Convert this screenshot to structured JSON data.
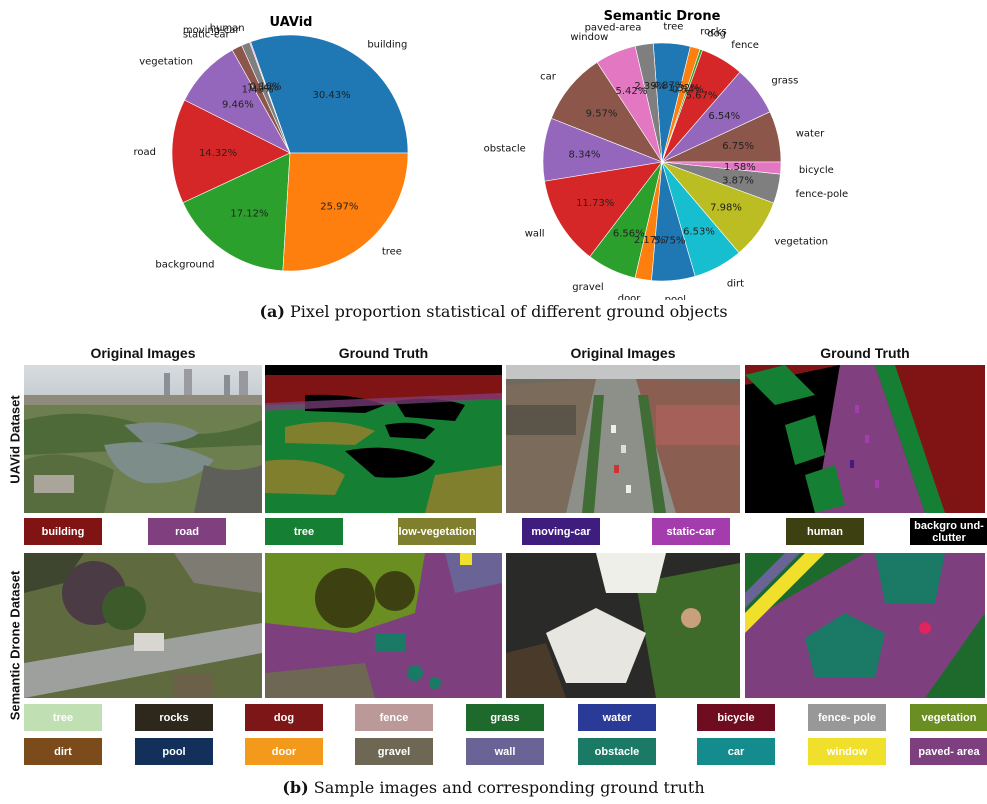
{
  "chart_data": [
    {
      "type": "pie",
      "title": "UAVid",
      "categories": [
        "building",
        "human",
        "moving-car",
        "static-car",
        "vegetation",
        "road",
        "background",
        "tree"
      ],
      "values": [
        30.43,
        0.16,
        1.14,
        1.43,
        9.46,
        14.32,
        17.12,
        25.97
      ],
      "value_labels": [
        "30.43%",
        "0.16%",
        "1.14%",
        "1.43%",
        "9.46%",
        "14.32%",
        "17.12%",
        "25.97%"
      ],
      "colors": [
        "#1f77b4",
        "#e377c2",
        "#7f7f7f",
        "#8c564b",
        "#9467bd",
        "#d62728",
        "#2ca02c",
        "#ff7f0e"
      ]
    },
    {
      "type": "pie",
      "title": "Semantic Drone",
      "categories": [
        "water",
        "grass",
        "fence",
        "dog",
        "rocks",
        "tree",
        "paved-area",
        "window",
        "car",
        "obstacle",
        "wall",
        "gravel",
        "door",
        "pool",
        "dirt",
        "vegetation",
        "fence-pole",
        "bicycle"
      ],
      "values": [
        6.75,
        6.54,
        5.67,
        0.34,
        1.32,
        4.87,
        2.39,
        5.42,
        9.57,
        8.34,
        11.73,
        6.56,
        2.17,
        5.75,
        6.53,
        7.98,
        3.87,
        1.58
      ],
      "value_labels": [
        "6.75%",
        "6.54%",
        "5.67%",
        "0.34%",
        "1.32%",
        "4.87%",
        "2.39%",
        "5.42%",
        "9.57%",
        "8.34%",
        "11.73%",
        "6.56%",
        "2.17%",
        "5.75%",
        "6.53%",
        "7.98%",
        "3.87%",
        "1.58%"
      ],
      "colors": [
        "#8c564b",
        "#9467bd",
        "#d62728",
        "#2ca02c",
        "#ff7f0e",
        "#1f77b4",
        "#7f7f7f",
        "#e377c2",
        "#8c564b",
        "#9467bd",
        "#d62728",
        "#2ca02c",
        "#ff7f0e",
        "#1f77b4",
        "#17becf",
        "#bcbd22",
        "#7f7f7f",
        "#e377c2"
      ]
    }
  ],
  "captions": {
    "a_tag": "(a)",
    "a_text": " Pixel proportion statistical of different ground objects",
    "b_tag": "(b)",
    "b_text": " Sample images and corresponding ground truth"
  },
  "column_headers": [
    "Original Images",
    "Ground Truth",
    "Original Images",
    "Ground Truth"
  ],
  "row_labels": [
    "UAVid Dataset",
    "Semantic Drone Dataset"
  ],
  "uavid_legend": [
    {
      "label": "building",
      "color": "#801414"
    },
    {
      "label": "road",
      "color": "#804080"
    },
    {
      "label": "tree",
      "color": "#157f33"
    },
    {
      "label": "low-vegetation",
      "color": "#7f7f2e"
    },
    {
      "label": "moving-car",
      "color": "#3f1d7f"
    },
    {
      "label": "static-car",
      "color": "#a43cae"
    },
    {
      "label": "human",
      "color": "#3d4112"
    },
    {
      "label": "backgro und-clutter",
      "color": "#000000"
    }
  ],
  "drone_legend_row1": [
    {
      "label": "tree",
      "color": "#c0dfb3",
      "text": "#ffffff"
    },
    {
      "label": "rocks",
      "color": "#2e281c",
      "text": "#ffffff"
    },
    {
      "label": "dog",
      "color": "#7d1616",
      "text": "#ffffff"
    },
    {
      "label": "fence",
      "color": "#bb9999",
      "text": "#ffffff"
    },
    {
      "label": "grass",
      "color": "#1e6a2c",
      "text": "#ffffff"
    },
    {
      "label": "water",
      "color": "#2a3a97",
      "text": "#ffffff"
    },
    {
      "label": "bicycle",
      "color": "#6e0d1f",
      "text": "#ffffff"
    },
    {
      "label": "fence- pole",
      "color": "#989898",
      "text": "#ffffff"
    },
    {
      "label": "vegetation",
      "color": "#6b8e23",
      "text": "#ffffff"
    }
  ],
  "drone_legend_row2": [
    {
      "label": "dirt",
      "color": "#7b4b1c",
      "text": "#ffffff"
    },
    {
      "label": "pool",
      "color": "#13305b",
      "text": "#ffffff"
    },
    {
      "label": "door",
      "color": "#f39a1d",
      "text": "#ffffff"
    },
    {
      "label": "gravel",
      "color": "#6d6753",
      "text": "#ffffff"
    },
    {
      "label": "wall",
      "color": "#6a6496",
      "text": "#ffffff"
    },
    {
      "label": "obstacle",
      "color": "#1a7a66",
      "text": "#ffffff"
    },
    {
      "label": "car",
      "color": "#148b8d",
      "text": "#ffffff"
    },
    {
      "label": "window",
      "color": "#f1e02b",
      "text": "#ffffff"
    },
    {
      "label": "paved- area",
      "color": "#7d3f7d",
      "text": "#ffffff"
    }
  ]
}
